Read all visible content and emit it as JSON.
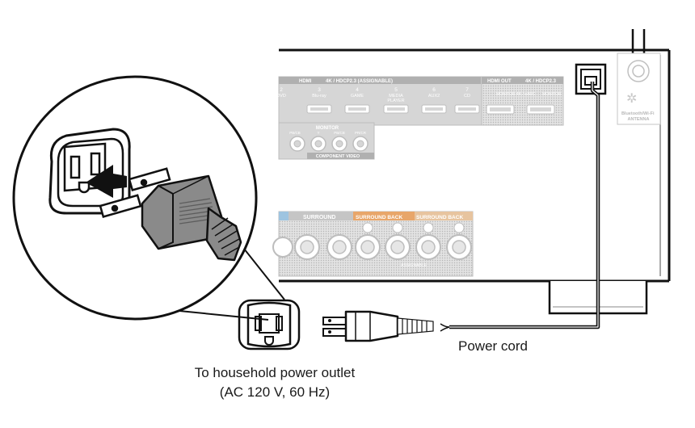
{
  "receiver": {
    "hdmi_header": "HDMI",
    "hdmi_header_sub": "4K / HDCP2.3 (ASSIGNABLE)",
    "hdmi_inputs": [
      {
        "num": "2",
        "name": "DVD"
      },
      {
        "num": "3",
        "name": "Blu-ray"
      },
      {
        "num": "4",
        "name": "GAME"
      },
      {
        "num": "5",
        "name": "MEDIA PLAYER"
      },
      {
        "num": "6",
        "name": "AUX2"
      },
      {
        "num": "7",
        "name": "CD"
      }
    ],
    "hdmi_out_header": "HDMI OUT",
    "hdmi_out_sub": "4K / HDCP2.3",
    "monitor_label": "MONITOR 4K / eARC",
    "monitor2_label": "MONITOR",
    "component_header": "MONITOR",
    "component_jacks": [
      "Y",
      "PB/CB",
      "PR/CR"
    ],
    "component_left_jacks": [
      "PB/CB"
    ],
    "component_footer": "COMPONENT VIDEO",
    "surround_label": "SURROUND",
    "surround_back_label": "SURROUND BACK",
    "surround_back2_label": "SURROUND BACK",
    "assignable_label": "ASSIGNABLE",
    "antenna_label": "Bluetooth/Wi-Fi ANTENNA"
  },
  "labels": {
    "outlet_line1": "To household power outlet",
    "outlet_line2": "(AC 120 V, 60 Hz)",
    "power_cord": "Power cord"
  },
  "colors": {
    "line": "#111111",
    "panel_gray": "#d0d0d0",
    "panel_dark": "#a8a8a8",
    "surround_back": "#e8a66a",
    "surround_light": "#9ec4e0",
    "plug_fill": "#8a8a8a"
  }
}
